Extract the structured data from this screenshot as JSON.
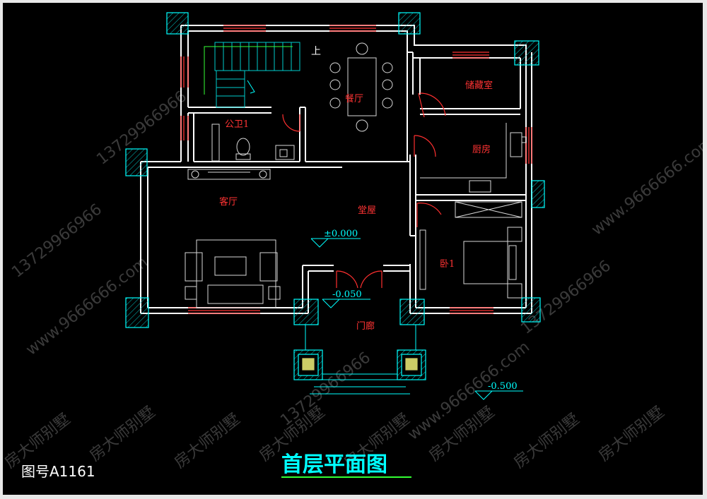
{
  "drawing": {
    "title": "首层平面图",
    "number": "图号A1161"
  },
  "rooms": {
    "dining": "餐厅",
    "storage": "储藏室",
    "bathroom": "公卫1",
    "kitchen": "厨房",
    "living": "客厅",
    "hall": "堂屋",
    "bedroom": "卧1",
    "porch": "门廊",
    "stair_up": "上"
  },
  "elevations": {
    "floor": "±0.000",
    "entry": "-0.050",
    "ground": "-0.500"
  },
  "watermark": {
    "brand": "房大师别墅",
    "phone": "13729966966",
    "site": "www.9666666.com"
  },
  "colors": {
    "background": "#000000",
    "wall": "#ffffff",
    "column": "#00ffff",
    "window": "#ff3030",
    "furniture": "#d8d8d8",
    "room_label": "#ff3333",
    "elevation": "#00ffff",
    "title": "#00ffff",
    "title_underline": "#33ff33"
  }
}
